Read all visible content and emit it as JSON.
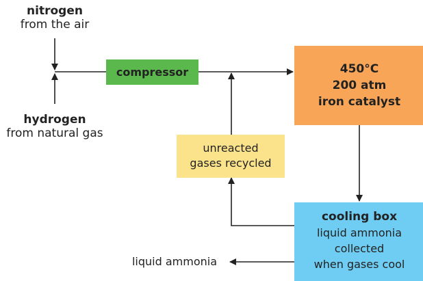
{
  "inputs": {
    "nitrogen": {
      "name": "nitrogen",
      "source": "from the air"
    },
    "hydrogen": {
      "name": "hydrogen",
      "source": "from natural gas"
    }
  },
  "compressor": {
    "label": "compressor",
    "color": "#5bb84d"
  },
  "reactor": {
    "lines": [
      "450°C",
      "200 atm",
      "iron catalyst"
    ],
    "color": "#f9a557"
  },
  "recycle": {
    "lines": [
      "unreacted",
      "gases recycled"
    ],
    "color": "#fbe38c"
  },
  "cooling": {
    "title": "cooling box",
    "lines": [
      "liquid ammonia",
      "collected",
      "when gases cool"
    ],
    "color": "#6fcdf3"
  },
  "output": {
    "label": "liquid ammonia"
  }
}
